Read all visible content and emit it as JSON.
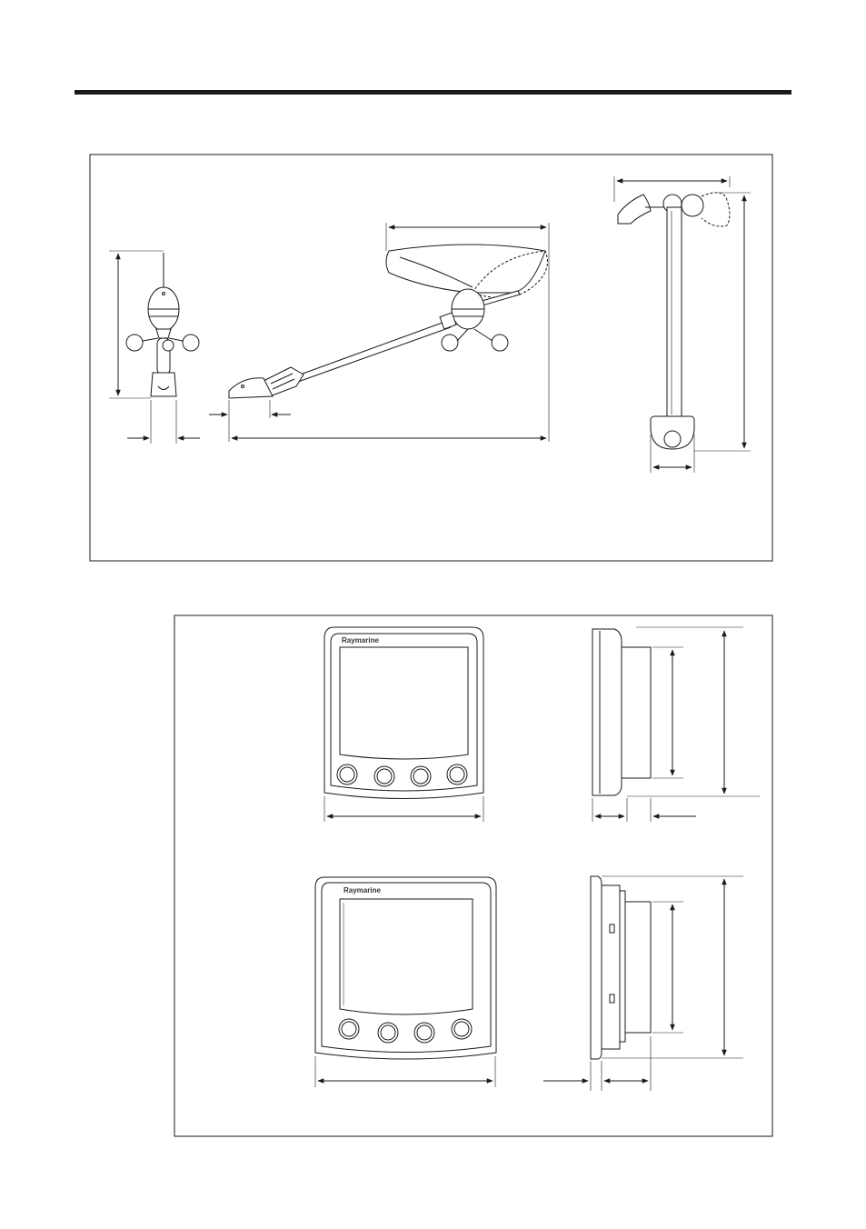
{
  "figures": [
    {
      "panels": [
        {
          "subject": "wind-vane-front-view"
        },
        {
          "subject": "wind-vane-side-view"
        },
        {
          "subject": "wind-transducer-view"
        }
      ]
    },
    {
      "units": [
        {
          "brand": "Raymarine"
        },
        {
          "brand": "Raymarine"
        }
      ]
    }
  ],
  "colors": {
    "line": "#1a1a1a",
    "paper": "#ffffff",
    "shade": "#d8d8d8"
  },
  "icons": [
    "dimension-arrow",
    "instrument-button",
    "wind-cup"
  ]
}
